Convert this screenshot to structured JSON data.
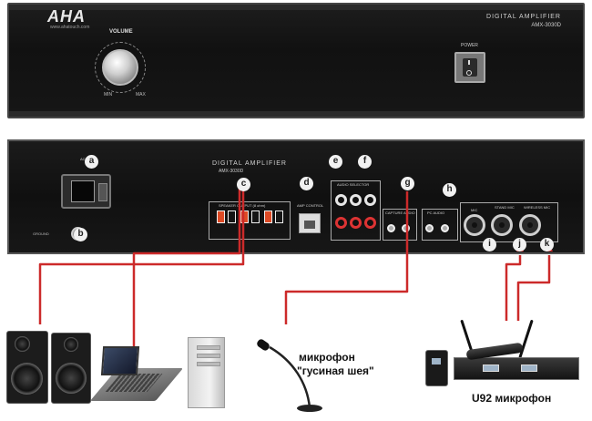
{
  "front_panel": {
    "brand": "AHA",
    "website": "www.ahatouch.com",
    "model_title": "DIGITAL AMPLIFIER",
    "model_code": "AMX-3030D",
    "volume_label": "VOLUME",
    "volume_min": "MIN",
    "volume_max": "MAX",
    "power_label": "POWER"
  },
  "rear_panel": {
    "model_title": "DIGITAL AMPLIFIER",
    "model_code": "AMX-3030D",
    "power_label": "AC220V",
    "ground_label": "GROUND",
    "speaker_label": "SPEAKER OUTPUT (8 ohm)",
    "amp_control_label": "AMP CONTROL",
    "audio_selector_label": "AUDIO SELECTOR",
    "capture_label": "CAPTURE AUDIO",
    "pc_audio_label": "PC AUDIO",
    "mic_label": "MIC",
    "stand_mic_label": "STAND MIC",
    "wireless_mic_label": "WIRELESS MIC",
    "markers": [
      "a",
      "b",
      "c",
      "d",
      "e",
      "f",
      "g",
      "h",
      "i",
      "j",
      "k"
    ]
  },
  "captions": {
    "gooseneck_line1": "микрофон",
    "gooseneck_line2": "\"гусиная шея\"",
    "wireless": "U92 микрофон"
  },
  "colors": {
    "cable": "#cc2a2a",
    "panel": "#141414",
    "marker": "#f1f1f1"
  }
}
